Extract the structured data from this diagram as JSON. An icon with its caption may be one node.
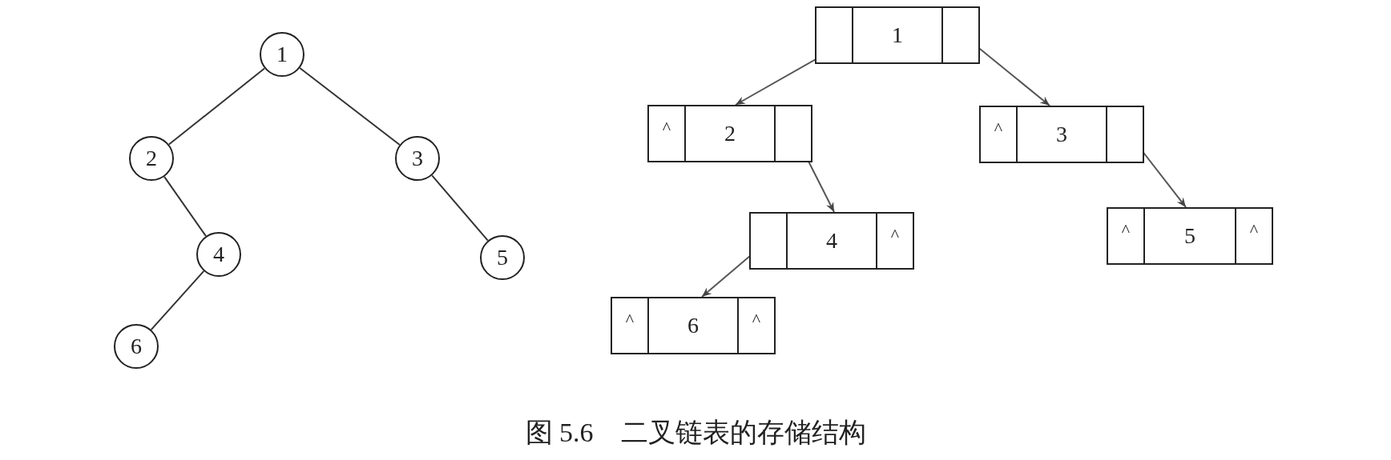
{
  "diagram": {
    "caption": "图 5.6　二叉链表的存储结构",
    "nodes": [
      {
        "text": [
          "1"
        ]
      },
      {
        "text": [
          "2"
        ]
      },
      {
        "text": [
          "3"
        ]
      },
      {
        "text": [
          "4"
        ]
      },
      {
        "text": [
          "5"
        ]
      },
      {
        "text": [
          "6"
        ]
      },
      {
        "text": [
          "1"
        ]
      },
      {
        "text": [
          "^",
          "2"
        ]
      },
      {
        "text": [
          "^",
          "3"
        ]
      },
      {
        "text": [
          "4",
          "^"
        ]
      },
      {
        "text": [
          "^",
          "5",
          "^"
        ]
      },
      {
        "text": [
          "^",
          "6",
          "^"
        ]
      }
    ],
    "edges": [
      {
        "from": 0,
        "to": 1,
        "arrow": "none"
      },
      {
        "from": 0,
        "to": 2,
        "arrow": "none"
      },
      {
        "from": 1,
        "to": 3,
        "arrow": "none"
      },
      {
        "from": 2,
        "to": 4,
        "arrow": "none"
      },
      {
        "from": 3,
        "to": 5,
        "arrow": "none"
      },
      {
        "from": 6,
        "to": 7,
        "arrow": "to"
      },
      {
        "from": 6,
        "to": 8,
        "arrow": "to"
      },
      {
        "from": 7,
        "to": 9,
        "arrow": "to"
      },
      {
        "from": 8,
        "to": 10,
        "arrow": "to"
      },
      {
        "from": 9,
        "to": 11,
        "arrow": "to"
      }
    ]
  }
}
